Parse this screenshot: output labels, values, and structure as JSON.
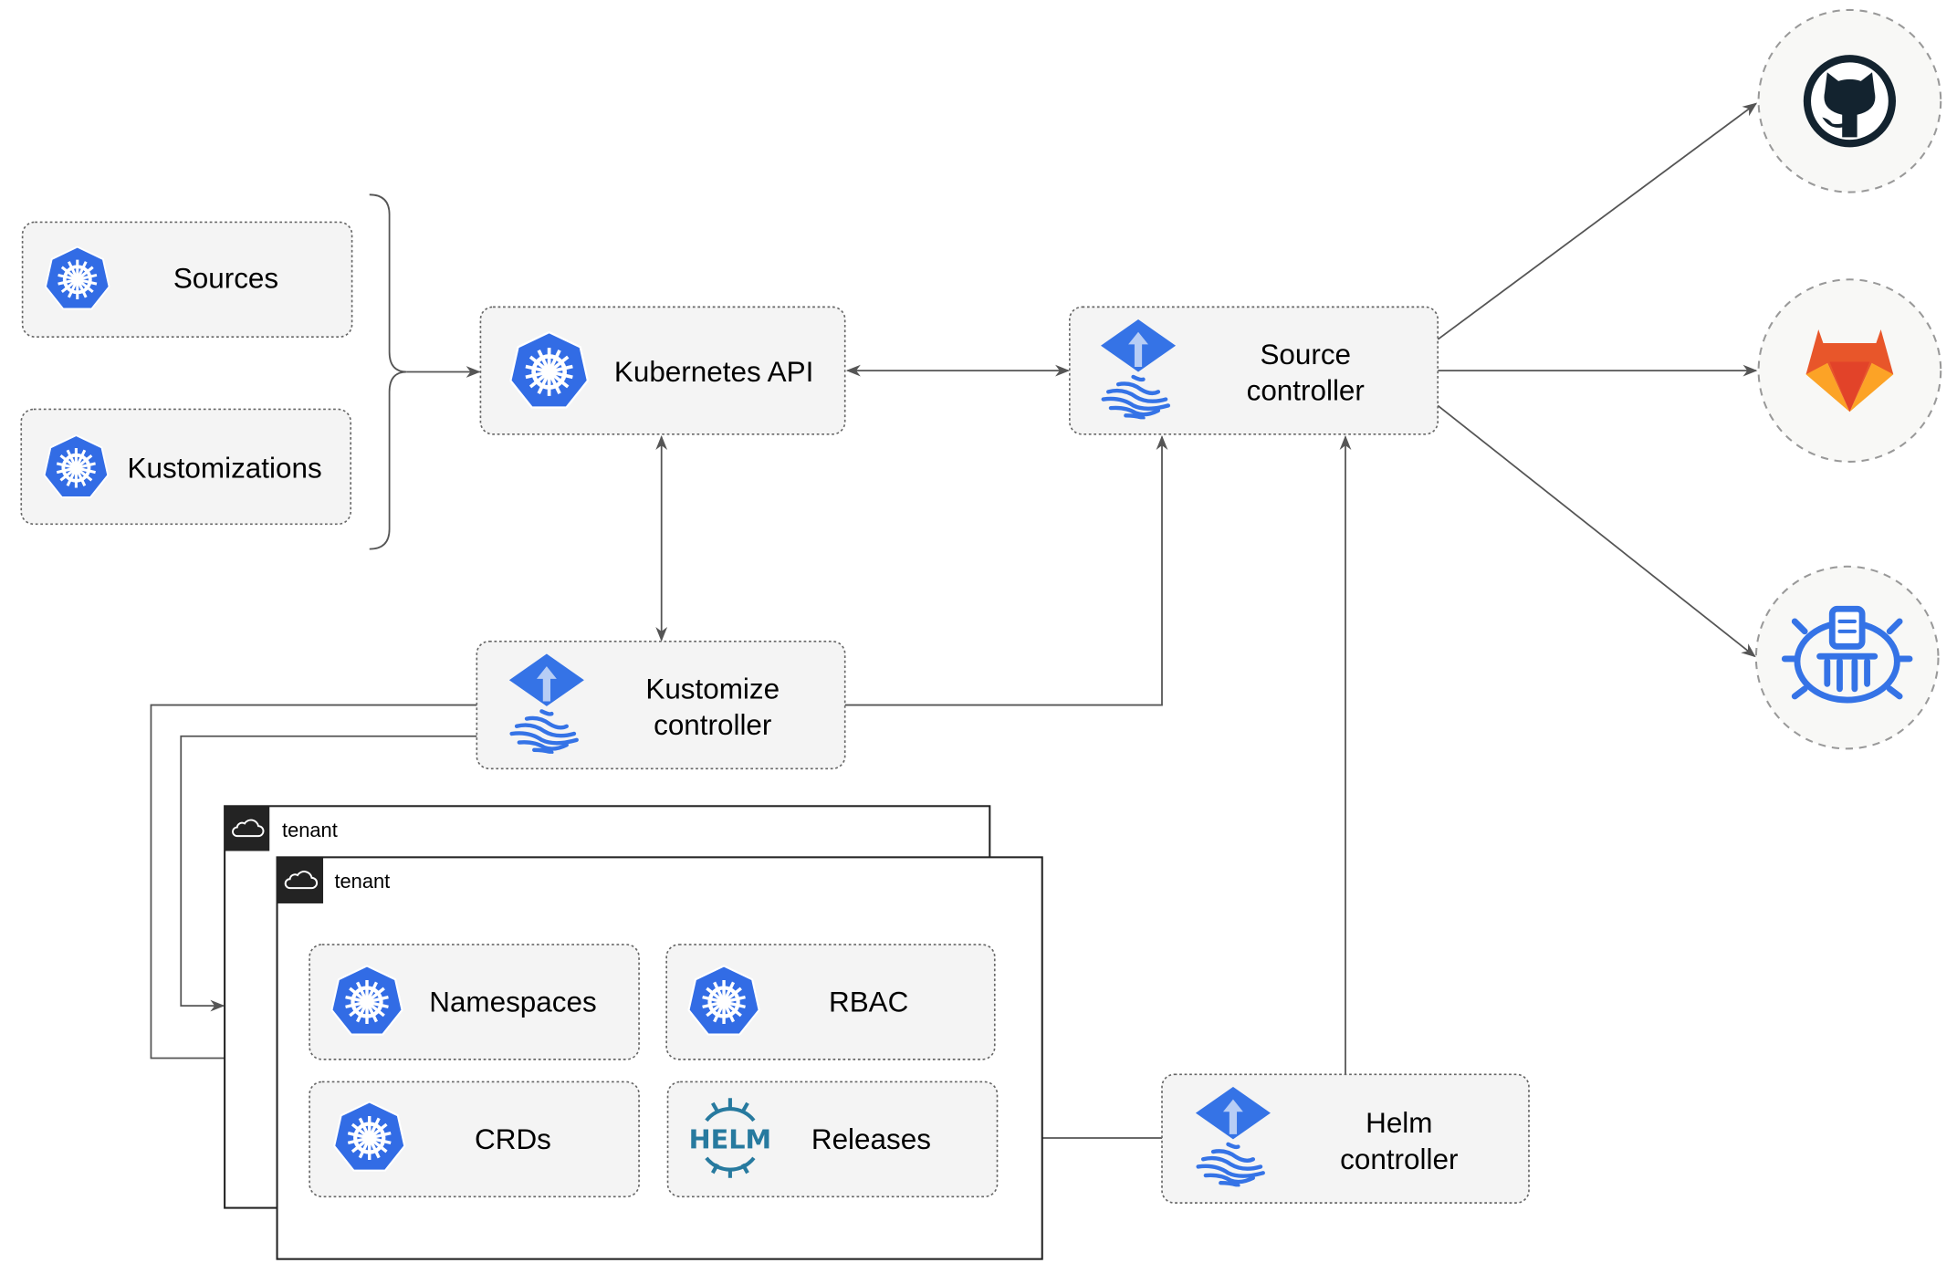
{
  "nodes": {
    "sources": "Sources",
    "kustomizations": "Kustomizations",
    "kubernetes_api": "Kubernetes API",
    "source_controller": [
      "Source",
      "controller"
    ],
    "kustomize_controller": [
      "Kustomize",
      "controller"
    ],
    "helm_controller": [
      "Helm",
      "controller"
    ],
    "namespaces": "Namespaces",
    "rbac": "RBAC",
    "crds": "CRDs",
    "releases": "Releases",
    "helm_logo": "HELM"
  },
  "tenants": [
    "tenant",
    "tenant"
  ],
  "external_sources": [
    "github-icon",
    "gitlab-icon",
    "bucket-icon"
  ],
  "colors": {
    "k8s_blue": "#326ce5",
    "flux_blue": "#3573e6",
    "gitlab_orange": "#e8562a",
    "github_dark": "#13232f",
    "helm_blue": "#277a9f"
  }
}
